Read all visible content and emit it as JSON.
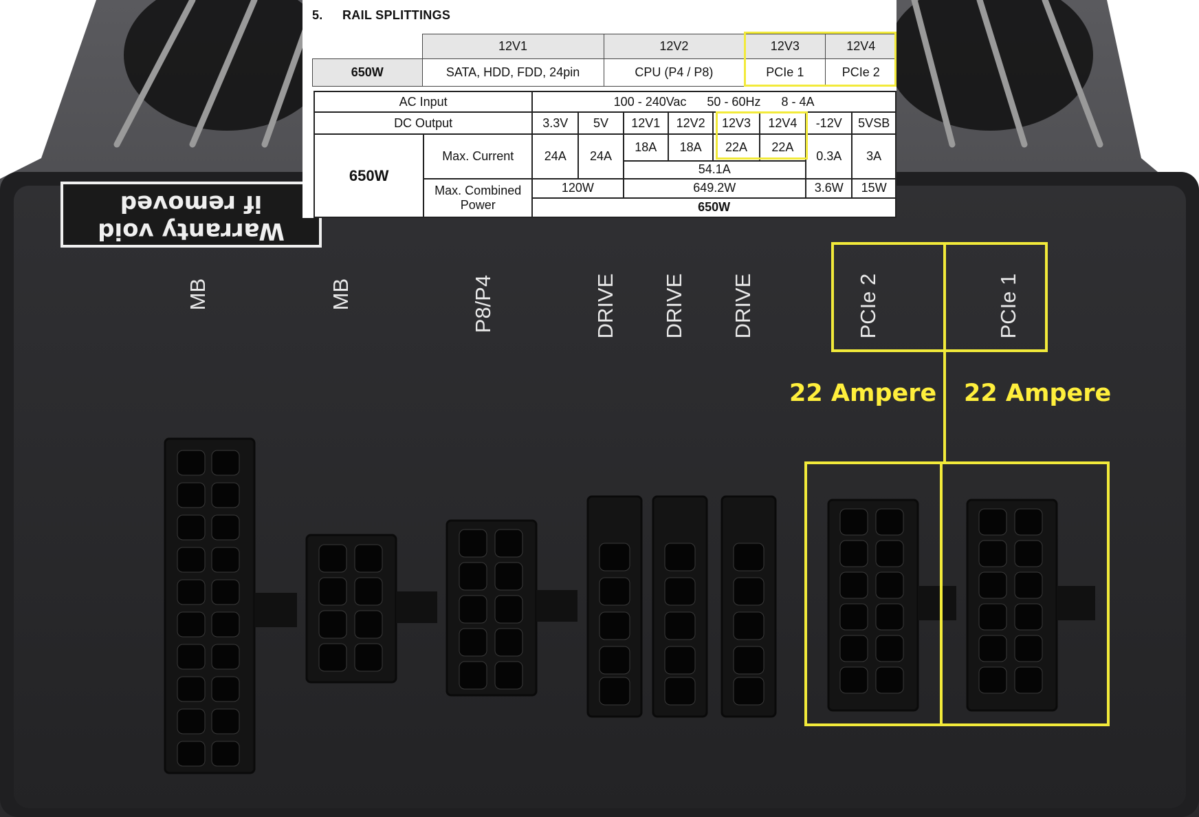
{
  "spec": {
    "section_number": "5.",
    "section_title": "RAIL SPLITTINGS",
    "top_table": {
      "rails": [
        "12V1",
        "12V2",
        "12V3",
        "12V4"
      ],
      "model": "650W",
      "connectors": [
        "SATA, HDD, FDD, 24pin",
        "CPU (P4 / P8)",
        "PCIe 1",
        "PCIe 2"
      ]
    },
    "main_table": {
      "ac_input_label": "AC Input",
      "ac_input_value": "100 - 240Vac      50 - 60Hz      8 - 4A",
      "dc_output_label": "DC Output",
      "dc_columns": [
        "3.3V",
        "5V",
        "12V1",
        "12V2",
        "12V3",
        "12V4",
        "-12V",
        "5VSB"
      ],
      "model": "650W",
      "max_current_label": "Max. Current",
      "max_current": [
        "24A",
        "24A",
        "18A",
        "18A",
        "22A",
        "22A",
        "0.3A",
        "3A"
      ],
      "combined_12v_current": "54.1A",
      "max_combined_label": "Max. Combined Power",
      "combined_power": {
        "low_rails": "120W",
        "rails_12v": "649.2W",
        "minus12v": "3.6W",
        "vsb": "15W"
      },
      "total_power": "650W"
    }
  },
  "photo": {
    "sticker_lines": [
      "Warranty void",
      "if removed"
    ],
    "port_labels": [
      "MB",
      "MB",
      "P8/P4",
      "DRIVE",
      "DRIVE",
      "DRIVE",
      "PCIe 2",
      "PCIe 1"
    ],
    "ampere_labels": [
      "22 Ampere",
      "22 Ampere"
    ],
    "highlight_color": "#f2ea3a",
    "panel_color": "#2a2a2c"
  }
}
